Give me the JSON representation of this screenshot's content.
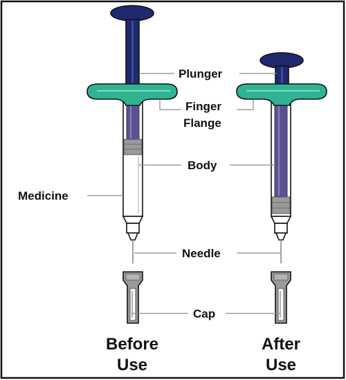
{
  "labels": {
    "plunger": "Plunger",
    "finger_line1": "Finger",
    "finger_line2": "Flange",
    "body": "Body",
    "medicine": "Medicine",
    "needle": "Needle",
    "cap": "Cap"
  },
  "captions": {
    "before_line1": "Before",
    "before_line2": "Use",
    "after_line1": "After",
    "after_line2": "Use"
  },
  "colors": {
    "plunger": "#1f2a6e",
    "flange": "#2fb393",
    "barrel_fill_before": "#ffffff",
    "barrel_fill_after": "#5a5290",
    "stopper": "#9a9a9a",
    "frame": "#111111"
  }
}
